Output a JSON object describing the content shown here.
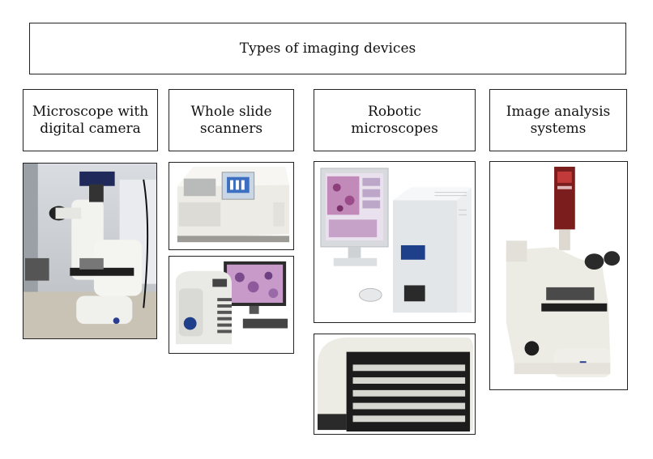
{
  "diagram": {
    "title": "Types of imaging devices",
    "categories": [
      {
        "id": "microscope-camera",
        "label_lines": [
          "Microscope with",
          "digital camera"
        ]
      },
      {
        "id": "whole-slide",
        "label_lines": [
          "Whole slide",
          "scanners"
        ]
      },
      {
        "id": "robotic",
        "label_lines": [
          "Robotic",
          "microscopes"
        ]
      },
      {
        "id": "image-analysis",
        "label_lines": [
          "Image analysis",
          "systems"
        ]
      }
    ],
    "photos": [
      {
        "id": "photo-upright-microscope",
        "icon": "microscope-photo"
      },
      {
        "id": "photo-slide-scanner-desktop",
        "icon": "slide-scanner-photo"
      },
      {
        "id": "photo-slide-scanner-monitor",
        "icon": "scanner-with-monitor-photo"
      },
      {
        "id": "photo-robotic-workstation",
        "icon": "robotic-microscope-photo"
      },
      {
        "id": "photo-slide-loader",
        "icon": "slide-loader-photo"
      },
      {
        "id": "photo-analysis-microscope",
        "icon": "analysis-microscope-photo"
      }
    ]
  }
}
